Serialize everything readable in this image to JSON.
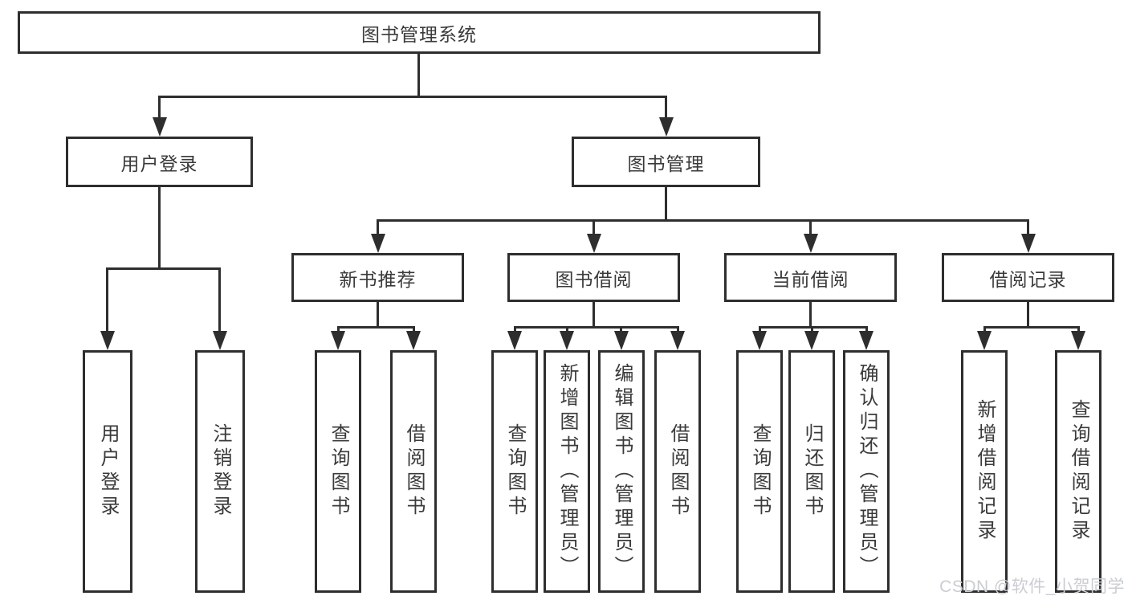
{
  "tree": {
    "label": "图书管理系统",
    "children": [
      {
        "label": "用户登录",
        "children": [
          {
            "label": "用户登录"
          },
          {
            "label": "注销登录"
          }
        ]
      },
      {
        "label": "图书管理",
        "children": [
          {
            "label": "新书推荐",
            "children": [
              {
                "label": "查询图书"
              },
              {
                "label": "借阅图书"
              }
            ]
          },
          {
            "label": "图书借阅",
            "children": [
              {
                "label": "查询图书"
              },
              {
                "label": "新增图书（管理员）"
              },
              {
                "label": "编辑图书（管理员）"
              },
              {
                "label": "借阅图书"
              }
            ]
          },
          {
            "label": "当前借阅",
            "children": [
              {
                "label": "查询图书"
              },
              {
                "label": "归还图书"
              },
              {
                "label": "确认归还（管理员）"
              }
            ]
          },
          {
            "label": "借阅记录",
            "children": [
              {
                "label": "新增借阅记录"
              },
              {
                "label": "查询借阅记录"
              }
            ]
          }
        ]
      }
    ]
  },
  "watermark": {
    "text": "CSDN @软件_小贺同学"
  },
  "colors": {
    "line": "#2e2e2e",
    "text": "#3a3a3a",
    "bg": "#ffffff",
    "watermark": "#c9cdd2"
  }
}
